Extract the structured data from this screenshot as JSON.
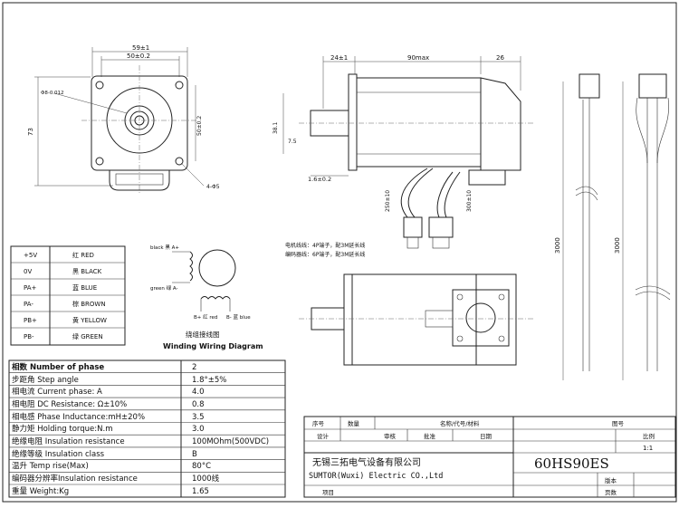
{
  "dimensions": {
    "front_outer_width": "59±1",
    "front_inner_width": "50±0.2",
    "front_height": "73",
    "front_vertical": "50±0.2",
    "shaft_dia": "Φ8-0.012",
    "mount_holes": "4-Φ5",
    "side_left": "24±1",
    "side_body": "90max",
    "side_right": "26",
    "side_shaft_dia": "38.1",
    "side_small": "7.5",
    "side_shaft_step": "1.6±0.2",
    "cable_left": "250±10",
    "cable_right": "300±10",
    "cable_len_1": "3000",
    "cable_len_2": "3000"
  },
  "cable_notes": [
    "电机线线：4P端子，配3M延长线",
    "编码器线：6P端子，配3M延长线"
  ],
  "wiring_table": [
    {
      "pin": "+5V",
      "color": "红 RED"
    },
    {
      "pin": "0V",
      "color": "黑 BLACK"
    },
    {
      "pin": "PA+",
      "color": "蓝 BLUE"
    },
    {
      "pin": "PA-",
      "color": "棕 BROWN"
    },
    {
      "pin": "PB+",
      "color": "黄 YELLOW"
    },
    {
      "pin": "PB-",
      "color": "绿 GREEN"
    }
  ],
  "winding": {
    "label_a_plus": "black 黑 A+",
    "label_a_minus": "green 绿 A-",
    "label_b_plus": "B+ 红 red",
    "label_b_minus": "B- 蓝 blue",
    "title_cn": "绕组接线图",
    "title_en": "Winding Wiring Diagram"
  },
  "specs": [
    {
      "label": "相数 Number of phase",
      "value": "2"
    },
    {
      "label": "步距角 Step angle",
      "value": "1.8°±5%"
    },
    {
      "label": "相电流 Current phase: A",
      "value": "4.0"
    },
    {
      "label": "相电阻 DC Resistance: Ω±10%",
      "value": "0.8"
    },
    {
      "label": "相电感 Phase Inductance:mH±20%",
      "value": "3.5"
    },
    {
      "label": "静力矩 Holding torque:N.m",
      "value": "3.0"
    },
    {
      "label": "绝缘电阻 Insulation resistance",
      "value": "100MOhm(500VDC)"
    },
    {
      "label": "绝缘等级 Insulation class",
      "value": "B"
    },
    {
      "label": "温升 Temp rise(Max)",
      "value": "80°C"
    },
    {
      "label": "编码器分辨率Insulation resistance",
      "value": "1000线"
    },
    {
      "label": "重量 Weight:Kg",
      "value": "1.65"
    }
  ],
  "title_block": {
    "col_seq": "序号",
    "col_qty": "数量",
    "col_name": "名称/代号/材料",
    "col_drawing": "图号",
    "row_design": "设计",
    "row_review": "审核",
    "row_approve": "批准",
    "row_date": "日期",
    "row_scale": "比例",
    "scale_value": "1:1",
    "company_cn": "无锡三拓电气设备有限公司",
    "company_en": "SUMTOR(Wuxi) Electric CO.,Ltd",
    "model": "60HS90ES",
    "version": "版本",
    "pages": "页数",
    "project": "项目"
  }
}
